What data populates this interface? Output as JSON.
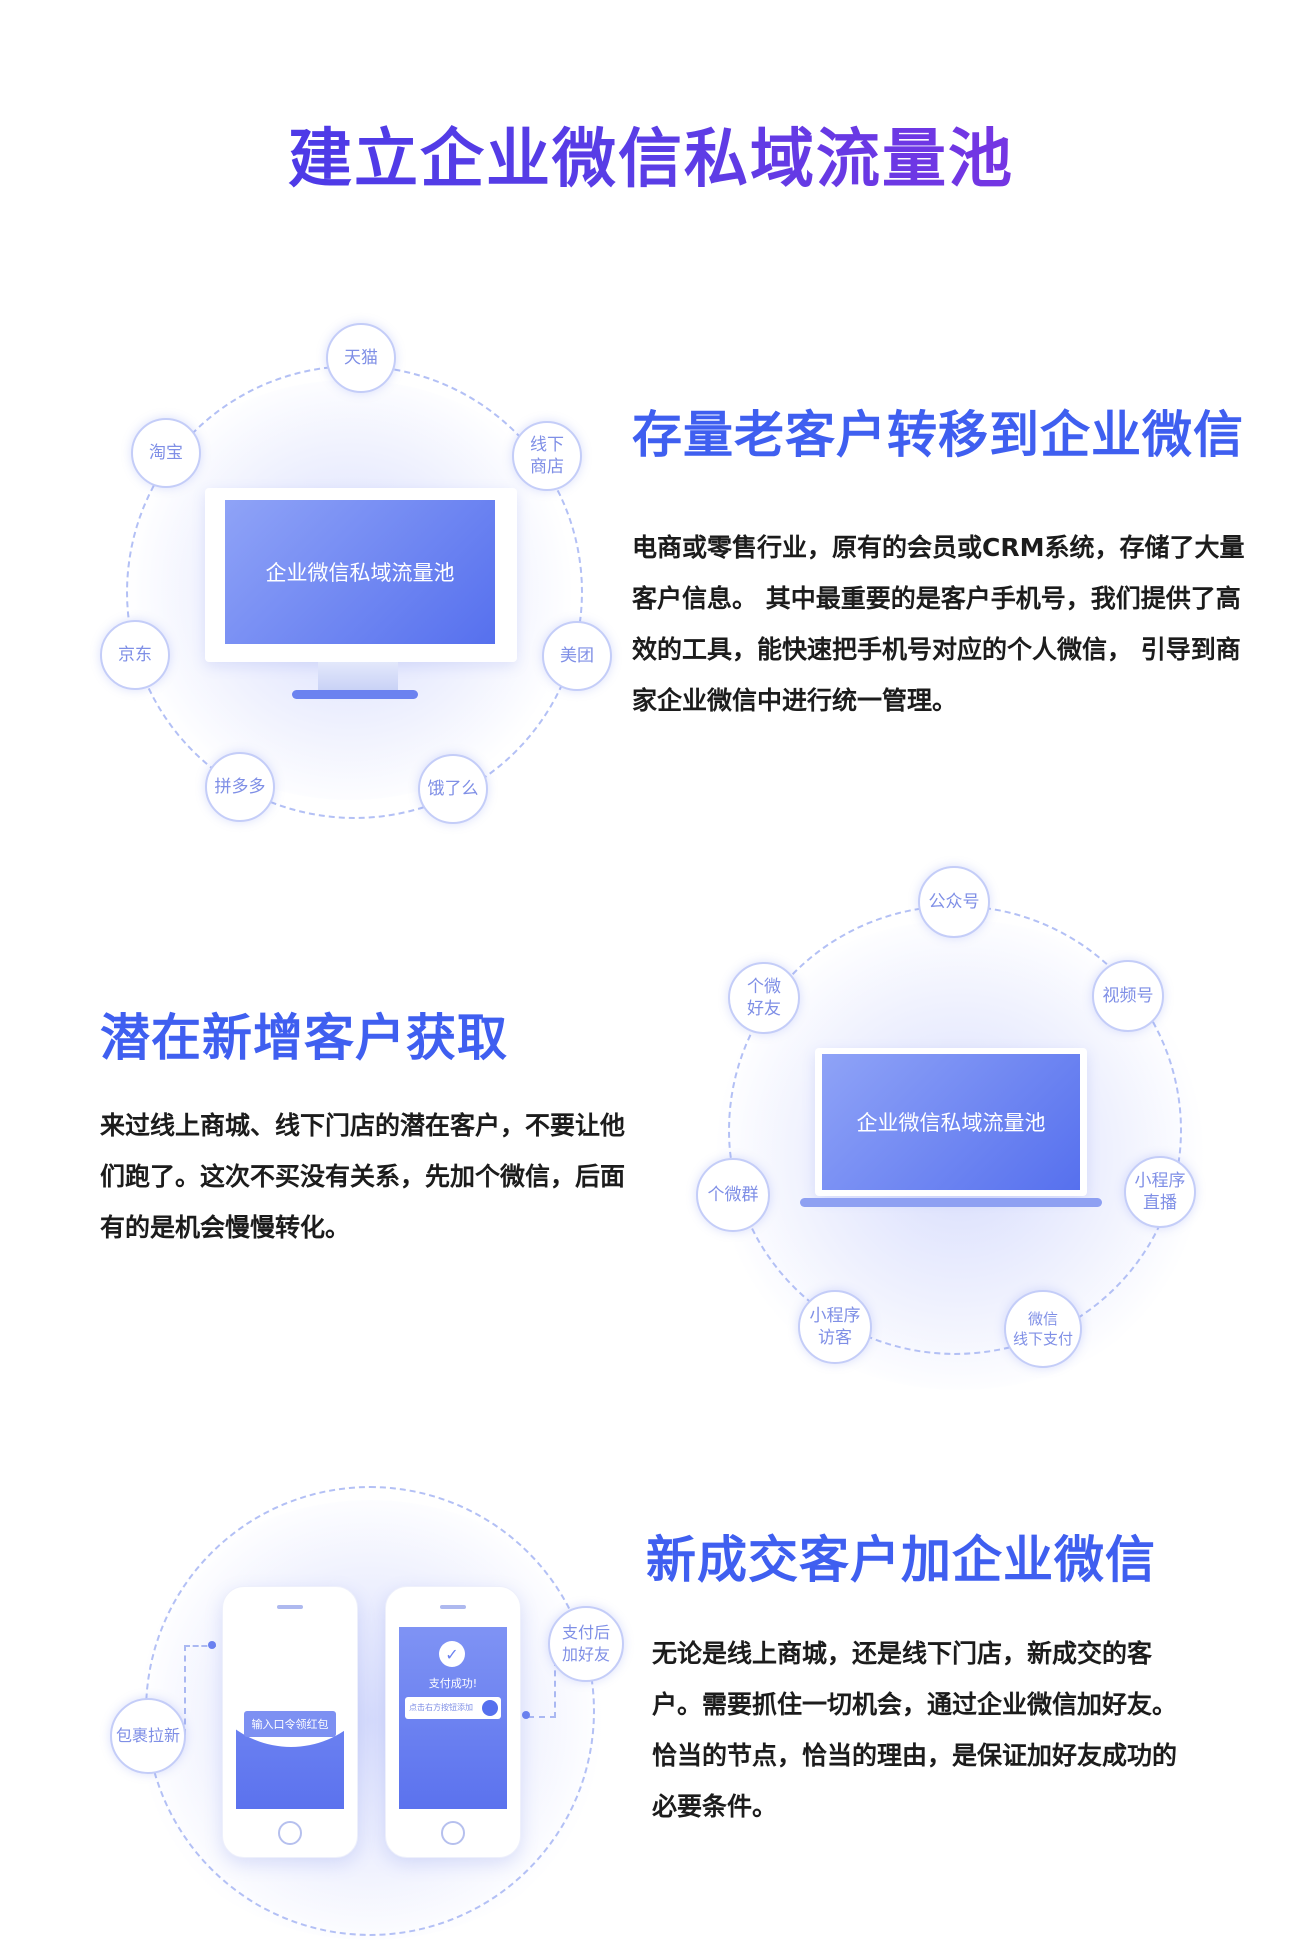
{
  "page": {
    "title": "建立企业微信私域流量池"
  },
  "section1": {
    "title": "存量老客户转移到企业微信",
    "body": "电商或零售行业，原有的会员或CRM系统，存储了大量客户信息。 其中最重要的是客户手机号，我们提供了高效的工具，能快速把手机号对应的个人微信， 引导到商家企业微信中进行统一管理。",
    "screen_text": "企业微信私域流量池",
    "nodes": [
      {
        "line1": "天猫",
        "line2": ""
      },
      {
        "line1": "线下",
        "line2": "商店"
      },
      {
        "line1": "美团",
        "line2": ""
      },
      {
        "line1": "饿了么",
        "line2": ""
      },
      {
        "line1": "拼多多",
        "line2": ""
      },
      {
        "line1": "京东",
        "line2": ""
      },
      {
        "line1": "淘宝",
        "line2": ""
      }
    ]
  },
  "section2": {
    "title": "潜在新增客户获取",
    "body": "来过线上商城、线下门店的潜在客户，不要让他们跑了。这次不买没有关系，先加个微信，后面有的是机会慢慢转化。",
    "screen_text": "企业微信私域流量池",
    "nodes": [
      {
        "line1": "公众号",
        "line2": ""
      },
      {
        "line1": "视频号",
        "line2": ""
      },
      {
        "line1": "小程序",
        "line2": "直播"
      },
      {
        "line1": "微信",
        "line2": "线下支付"
      },
      {
        "line1": "小程序",
        "line2": "访客"
      },
      {
        "line1": "个微群",
        "line2": ""
      },
      {
        "line1": "个微",
        "line2": "好友"
      }
    ]
  },
  "section3": {
    "title": "新成交客户加企业微信",
    "body": "无论是线上商城，还是线下门店，新成交的客户。需要抓住一切机会，通过企业微信加好友。恰当的节点，恰当的理由，是保证加好友成功的必要条件。",
    "phone1_button": "输入口令领红包",
    "phone2_status": "支付成功!",
    "phone2_field": "点击右方按钮添加",
    "nodes": [
      {
        "line1": "包裹拉新",
        "line2": ""
      },
      {
        "line1": "支付后",
        "line2": "加好友"
      }
    ]
  },
  "colors": {
    "accent": "#3f5ff0",
    "title_gradient_start": "#4338e8",
    "title_gradient_end": "#8a2fe0",
    "node_text": "#7f8fe6",
    "body_text": "#1c1c1c"
  }
}
